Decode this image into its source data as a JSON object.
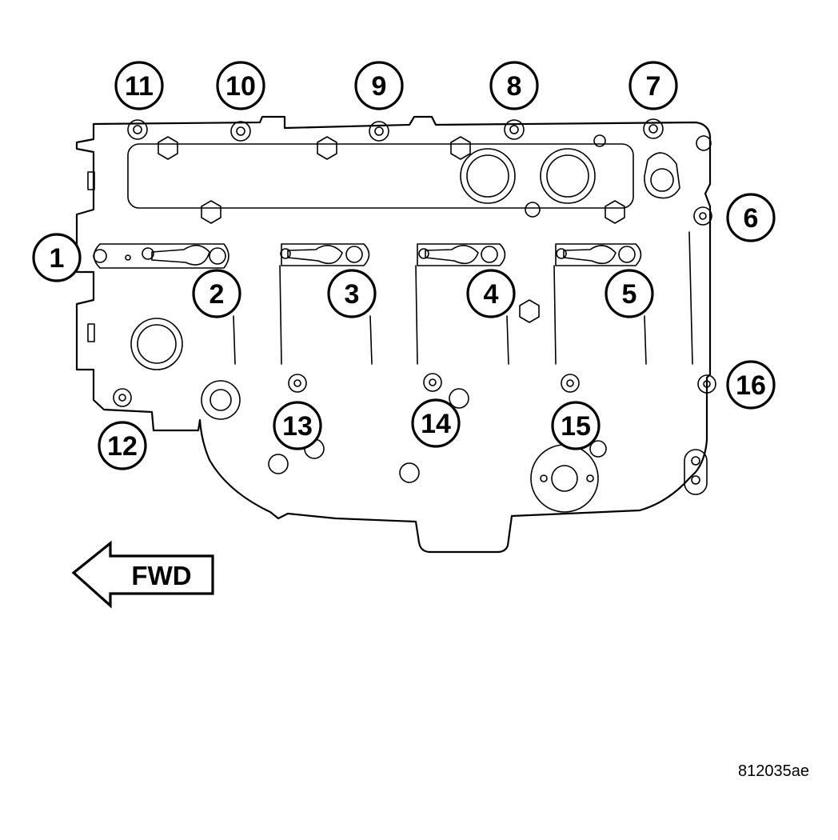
{
  "callouts": [
    {
      "label": "1"
    },
    {
      "label": "2"
    },
    {
      "label": "3"
    },
    {
      "label": "4"
    },
    {
      "label": "5"
    },
    {
      "label": "6"
    },
    {
      "label": "7"
    },
    {
      "label": "8"
    },
    {
      "label": "9"
    },
    {
      "label": "10"
    },
    {
      "label": "11"
    },
    {
      "label": "12"
    },
    {
      "label": "13"
    },
    {
      "label": "14"
    },
    {
      "label": "15"
    },
    {
      "label": "16"
    }
  ],
  "direction_arrow": {
    "label": "FWD",
    "icon": "left-arrow-icon"
  },
  "reference_code": "812035ae"
}
